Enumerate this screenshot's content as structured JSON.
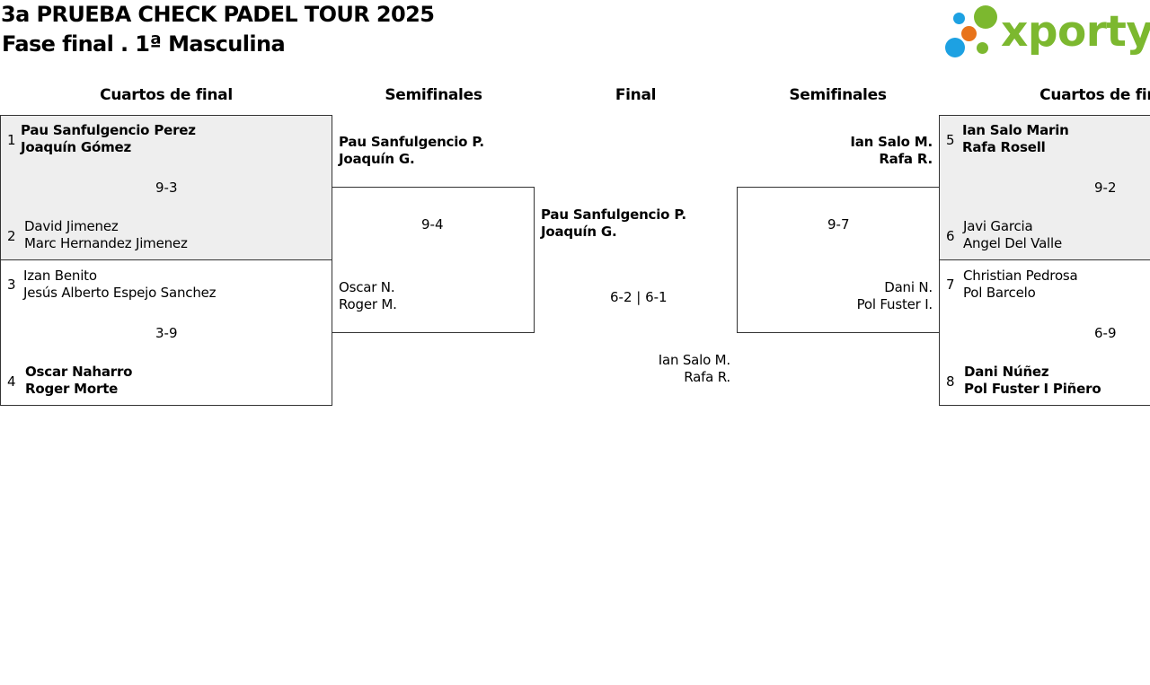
{
  "header": {
    "title": "3a PRUEBA CHECK PADEL TOUR 2025",
    "subtitle": "Fase final . 1ª Masculina"
  },
  "logo": {
    "text": "xporty",
    "colors": {
      "green": "#7cb82f",
      "blue": "#1da1e2",
      "orange": "#e8731a"
    }
  },
  "rounds": {
    "qf_left": "Cuartos de final",
    "sf_left": "Semifinales",
    "final": "Final",
    "sf_right": "Semifinales",
    "qf_right": "Cuartos de final"
  },
  "qf_left": [
    {
      "seed_a": "1",
      "a1": "Pau Sanfulgencio Perez",
      "a2": "Joaquín Gómez",
      "score": "9-3",
      "seed_b": "2",
      "b1": "David Jimenez",
      "b2": "Marc Hernandez Jimenez"
    },
    {
      "seed_a": "3",
      "a1": "Izan Benito",
      "a2": "Jesús Alberto Espejo Sanchez",
      "score": "3-9",
      "seed_b": "4",
      "b1": "Oscar Naharro",
      "b2": "Roger Morte"
    }
  ],
  "qf_right": [
    {
      "seed_a": "5",
      "a1": "Ian Salo Marin",
      "a2": "Rafa Rosell",
      "score": "9-2",
      "seed_b": "6",
      "b1": "Javi Garcia",
      "b2": "Angel Del Valle"
    },
    {
      "seed_a": "7",
      "a1": "Christian Pedrosa",
      "a2": "Pol Barcelo",
      "score": "6-9",
      "seed_b": "8",
      "b1": "Dani Núñez",
      "b2": "Pol Fuster I Piñero"
    }
  ],
  "sf_left": {
    "a1": "Pau Sanfulgencio P.",
    "a2": "Joaquín G.",
    "score": "9-4",
    "b1": "Oscar N.",
    "b2": "Roger M."
  },
  "sf_right": {
    "a1": "Ian Salo M.",
    "a2": "Rafa R.",
    "score": "9-7",
    "b1": "Dani N.",
    "b2": "Pol Fuster I."
  },
  "final": {
    "a1": "Pau Sanfulgencio P.",
    "a2": "Joaquín G.",
    "score": "6-2 | 6-1",
    "b1": "Ian Salo M.",
    "b2": "Rafa R."
  }
}
